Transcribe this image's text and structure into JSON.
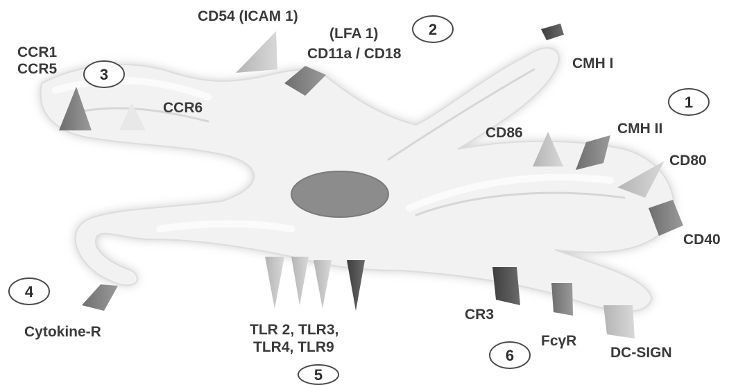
{
  "figure": {
    "nucleus_color": "#8c8c8c",
    "body_color": "#f2f2f2",
    "outline_shadow": "#c9c9c9"
  },
  "receptors": [
    {
      "key": "cd54",
      "label": "CD54 (ICAM 1)"
    },
    {
      "key": "lfa1",
      "label": "(LFA 1)"
    },
    {
      "key": "cd11a",
      "label": "CD11a / CD18"
    },
    {
      "key": "ccr1",
      "label": "CCR1"
    },
    {
      "key": "ccr5",
      "label": "CCR5"
    },
    {
      "key": "ccr6",
      "label": "CCR6"
    },
    {
      "key": "cmh1",
      "label": "CMH I"
    },
    {
      "key": "cd86",
      "label": "CD86"
    },
    {
      "key": "cmh2",
      "label": "CMH II"
    },
    {
      "key": "cd80",
      "label": "CD80"
    },
    {
      "key": "cd40",
      "label": "CD40"
    },
    {
      "key": "cytokine",
      "label": "Cytokine-R"
    },
    {
      "key": "tlr_line1",
      "label": "TLR 2, TLR3,"
    },
    {
      "key": "tlr_line2",
      "label": "TLR4, TLR9"
    },
    {
      "key": "cr3",
      "label": "CR3"
    },
    {
      "key": "fcyr",
      "label": "FcγR"
    },
    {
      "key": "dcsign",
      "label": "DC-SIGN"
    }
  ],
  "group_numbers": [
    "1",
    "2",
    "3",
    "4",
    "5",
    "6"
  ]
}
